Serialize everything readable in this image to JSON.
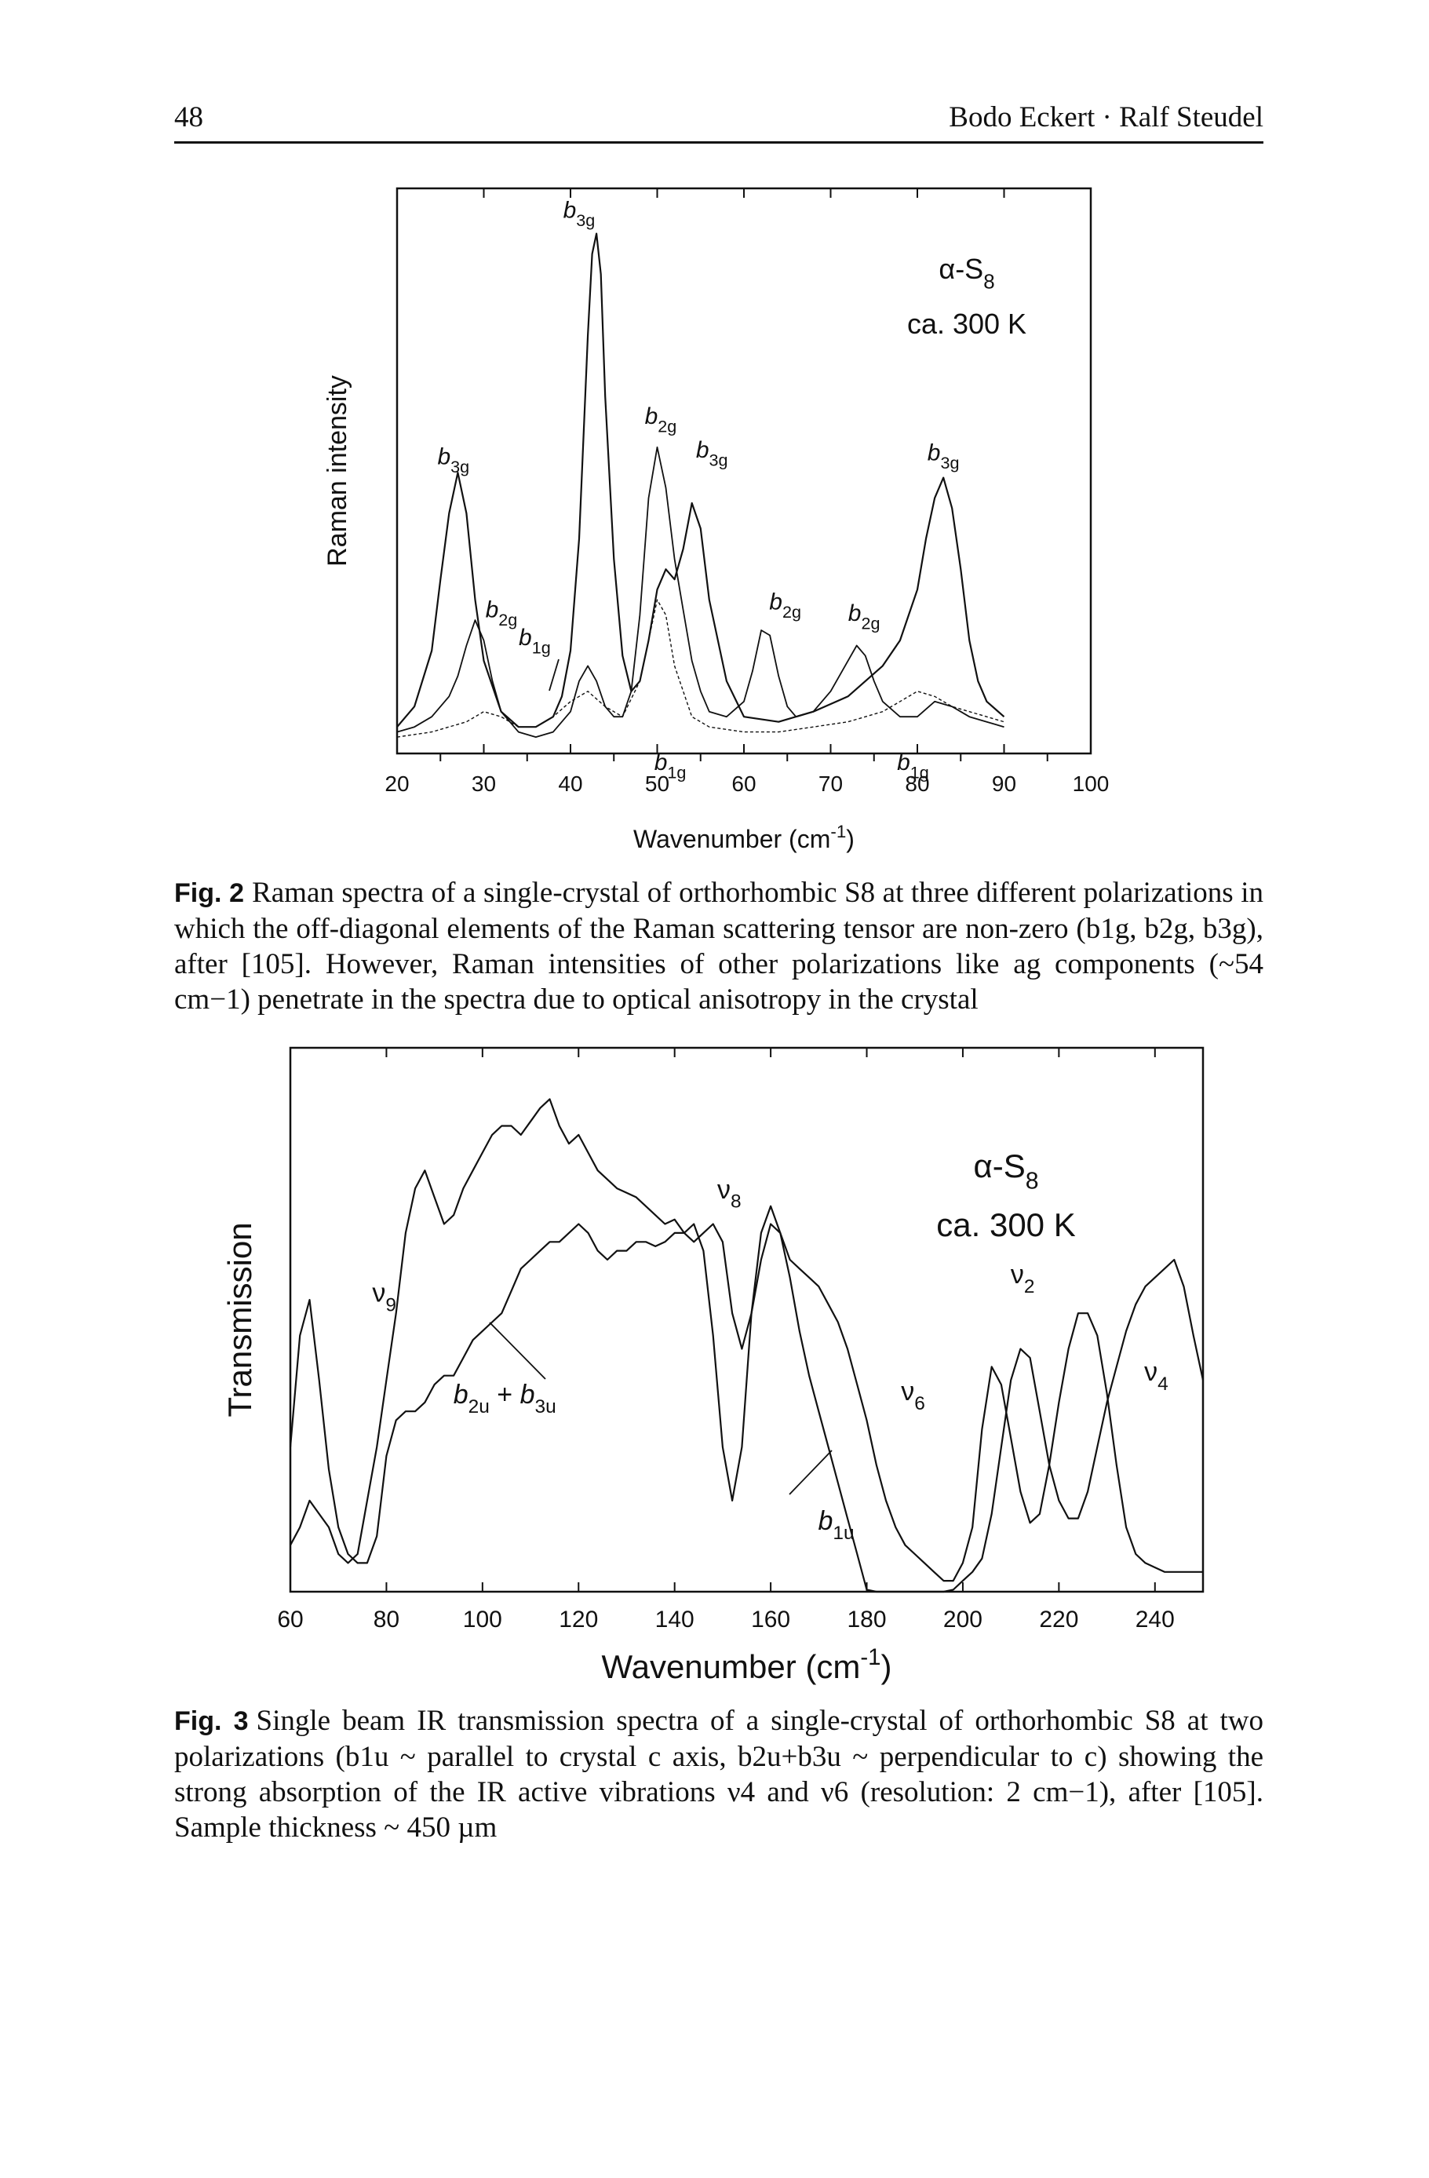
{
  "header": {
    "page_number": "48",
    "running_head": "Bodo Eckert · Ralf Steudel"
  },
  "figures": [
    {
      "label": "Fig. 2",
      "caption": "Raman spectra of a single-crystal of orthorhombic S8 at three different polarizations in which the off-diagonal elements of the Raman scattering tensor are non-zero (b1g, b2g, b3g), after [105]. However, Raman intensities of other polarizations like ag components (~54 cm−1) penetrate in the spectra due to optical anisotropy in the crystal"
    },
    {
      "label": "Fig. 3",
      "caption": "Single beam IR transmission spectra of a single-crystal of orthorhombic S8 at two polarizations (b1u ~ parallel to crystal c axis, b2u+b3u ~ perpendicular to c) showing the strong absorption of the IR active vibrations ν4 and ν6 (resolution: 2 cm−1), after [105]. Sample thickness ~ 450 µm"
    }
  ],
  "chart_data": [
    {
      "type": "line",
      "title": "",
      "xlabel": "Wavenumber (cm-1)",
      "ylabel": "Raman intensity",
      "xlim": [
        20,
        100
      ],
      "ylim": [
        0,
        1
      ],
      "x_ticks": [
        20,
        30,
        40,
        50,
        60,
        70,
        80,
        90,
        100
      ],
      "y_tick_labels": false,
      "grid": false,
      "annotations_text": [
        "α-S8",
        "ca. 300 K"
      ],
      "peak_labels": [
        {
          "band": "b3g",
          "x": 42.8,
          "y": 1.0
        },
        {
          "band": "b3g",
          "x": 26.5,
          "y": 0.5
        },
        {
          "band": "b2g",
          "x": 29.5,
          "y": 0.23
        },
        {
          "band": "b1g",
          "x": 37.5,
          "y": 0.16
        },
        {
          "band": "b2g",
          "x": 49.5,
          "y": 0.58
        },
        {
          "band": "b3g",
          "x": 54.5,
          "y": 0.49
        },
        {
          "band": "b1g",
          "x": 51.5,
          "y": 0.03
        },
        {
          "band": "b2g",
          "x": 62.5,
          "y": 0.23
        },
        {
          "band": "b2g",
          "x": 72.5,
          "y": 0.2
        },
        {
          "band": "b1g",
          "x": 79.5,
          "y": 0.03
        },
        {
          "band": "b3g",
          "x": 83.0,
          "y": 0.5
        }
      ],
      "series": [
        {
          "name": "b3g",
          "x": [
            20,
            22,
            24,
            25,
            26,
            27,
            28,
            29,
            30,
            32,
            34,
            36,
            38,
            39,
            40,
            41,
            42,
            42.5,
            43,
            43.5,
            44,
            45,
            46,
            47,
            48,
            49,
            50,
            51,
            52,
            53,
            54,
            55,
            56,
            58,
            60,
            64,
            68,
            72,
            76,
            78,
            80,
            81,
            82,
            83,
            84,
            85,
            86,
            87,
            88,
            90
          ],
          "y": [
            0.03,
            0.07,
            0.18,
            0.32,
            0.45,
            0.53,
            0.45,
            0.28,
            0.16,
            0.06,
            0.03,
            0.03,
            0.05,
            0.09,
            0.18,
            0.4,
            0.8,
            0.96,
            1.0,
            0.92,
            0.68,
            0.36,
            0.17,
            0.1,
            0.12,
            0.2,
            0.3,
            0.34,
            0.32,
            0.38,
            0.47,
            0.42,
            0.28,
            0.12,
            0.05,
            0.04,
            0.06,
            0.09,
            0.15,
            0.2,
            0.3,
            0.4,
            0.48,
            0.52,
            0.46,
            0.34,
            0.2,
            0.12,
            0.08,
            0.05
          ]
        },
        {
          "name": "b2g",
          "x": [
            20,
            22,
            24,
            26,
            27,
            28,
            29,
            30,
            31,
            32,
            34,
            36,
            38,
            40,
            41,
            42,
            43,
            44,
            45,
            46,
            47,
            48,
            49,
            50,
            51,
            52,
            53,
            54,
            55,
            56,
            58,
            60,
            61,
            62,
            63,
            64,
            65,
            66,
            68,
            70,
            72,
            73,
            74,
            75,
            76,
            78,
            80,
            82,
            84,
            86,
            88,
            90
          ],
          "y": [
            0.02,
            0.03,
            0.05,
            0.09,
            0.13,
            0.19,
            0.24,
            0.2,
            0.12,
            0.06,
            0.02,
            0.01,
            0.02,
            0.06,
            0.12,
            0.15,
            0.12,
            0.07,
            0.05,
            0.05,
            0.1,
            0.25,
            0.48,
            0.58,
            0.5,
            0.36,
            0.26,
            0.16,
            0.1,
            0.06,
            0.05,
            0.08,
            0.14,
            0.22,
            0.21,
            0.13,
            0.07,
            0.05,
            0.06,
            0.1,
            0.16,
            0.19,
            0.17,
            0.12,
            0.08,
            0.05,
            0.05,
            0.08,
            0.07,
            0.05,
            0.04,
            0.03
          ]
        },
        {
          "name": "b1g",
          "x": [
            20,
            24,
            28,
            30,
            32,
            34,
            36,
            38,
            40,
            42,
            44,
            46,
            48,
            49,
            50,
            51,
            52,
            54,
            56,
            60,
            64,
            68,
            72,
            76,
            78,
            80,
            82,
            84,
            86,
            88,
            90
          ],
          "y": [
            0.01,
            0.02,
            0.04,
            0.06,
            0.05,
            0.03,
            0.03,
            0.05,
            0.08,
            0.1,
            0.07,
            0.05,
            0.12,
            0.2,
            0.28,
            0.25,
            0.15,
            0.05,
            0.03,
            0.02,
            0.02,
            0.03,
            0.04,
            0.06,
            0.08,
            0.1,
            0.09,
            0.07,
            0.06,
            0.05,
            0.04
          ]
        }
      ]
    },
    {
      "type": "line",
      "title": "",
      "xlabel": "Wavenumber (cm-1)",
      "ylabel": "Transmission",
      "xlim": [
        60,
        250
      ],
      "ylim": [
        0,
        1
      ],
      "x_ticks": [
        60,
        80,
        100,
        120,
        140,
        160,
        180,
        200,
        220,
        240
      ],
      "y_tick_labels": false,
      "grid": false,
      "annotations_text": [
        "α-S8",
        "ca. 300 K"
      ],
      "peak_labels": [
        {
          "band": "ν8",
          "x": 153,
          "y": 0.84
        },
        {
          "band": "ν9",
          "x": 82,
          "y": 0.52
        },
        {
          "band": "b2u + b3u",
          "x": 103,
          "y": 0.38
        },
        {
          "band": "ν6",
          "x": 188,
          "y": 0.37
        },
        {
          "band": "b1u",
          "x": 172,
          "y": 0.15
        },
        {
          "band": "ν2",
          "x": 210,
          "y": 0.5
        },
        {
          "band": "ν4",
          "x": 237,
          "y": 0.37
        }
      ],
      "series": [
        {
          "name": "b1u",
          "x": [
            60,
            62,
            64,
            66,
            68,
            70,
            72,
            74,
            76,
            78,
            80,
            82,
            84,
            86,
            88,
            90,
            92,
            94,
            96,
            98,
            100,
            102,
            104,
            106,
            108,
            110,
            112,
            114,
            116,
            118,
            120,
            122,
            124,
            126,
            128,
            130,
            132,
            134,
            136,
            138,
            140,
            142,
            144,
            146,
            148,
            150,
            152,
            154,
            156,
            158,
            160,
            162,
            164,
            166,
            168,
            170,
            172,
            174,
            176,
            178,
            180,
            182,
            184,
            186,
            188,
            190,
            192,
            194,
            196,
            198,
            200,
            202,
            204,
            206,
            208,
            210,
            212,
            214,
            216,
            218,
            220,
            222,
            224,
            226,
            228,
            230,
            232,
            234,
            236,
            238,
            240,
            242,
            244,
            246,
            248,
            250
          ],
          "y": [
            0.08,
            0.12,
            0.18,
            0.15,
            0.12,
            0.06,
            0.04,
            0.06,
            0.18,
            0.3,
            0.45,
            0.6,
            0.78,
            0.88,
            0.92,
            0.86,
            0.8,
            0.82,
            0.88,
            0.92,
            0.96,
            1.0,
            1.02,
            1.02,
            1.0,
            1.03,
            1.06,
            1.08,
            1.02,
            0.98,
            1.0,
            0.96,
            0.92,
            0.9,
            0.88,
            0.87,
            0.86,
            0.84,
            0.82,
            0.8,
            0.81,
            0.78,
            0.76,
            0.78,
            0.8,
            0.76,
            0.6,
            0.52,
            0.6,
            0.72,
            0.8,
            0.78,
            0.68,
            0.56,
            0.46,
            0.38,
            0.3,
            0.22,
            0.14,
            0.06,
            -0.02,
            -0.05,
            -0.05,
            -0.05,
            -0.05,
            -0.05,
            -0.05,
            -0.05,
            -0.04,
            -0.02,
            0.0,
            0.02,
            0.05,
            0.15,
            0.3,
            0.45,
            0.52,
            0.5,
            0.38,
            0.26,
            0.18,
            0.14,
            0.14,
            0.2,
            0.3,
            0.4,
            0.48,
            0.56,
            0.62,
            0.66,
            0.68,
            0.7,
            0.72,
            0.66,
            0.55,
            0.45
          ]
        },
        {
          "name": "b2u+b3u",
          "x": [
            60,
            62,
            64,
            66,
            68,
            70,
            72,
            74,
            76,
            78,
            80,
            82,
            84,
            86,
            88,
            90,
            92,
            94,
            96,
            98,
            100,
            102,
            104,
            106,
            108,
            110,
            112,
            114,
            116,
            118,
            120,
            122,
            124,
            126,
            128,
            130,
            132,
            134,
            136,
            138,
            140,
            142,
            144,
            146,
            148,
            150,
            152,
            154,
            156,
            158,
            160,
            162,
            164,
            166,
            168,
            170,
            172,
            174,
            176,
            178,
            180,
            182,
            184,
            186,
            188,
            190,
            192,
            194,
            196,
            198,
            200,
            202,
            204,
            206,
            208,
            210,
            212,
            214,
            216,
            218,
            220,
            222,
            224,
            226,
            228,
            230,
            232,
            234,
            236,
            238,
            240,
            242,
            244,
            246,
            248,
            250
          ],
          "y": [
            0.3,
            0.55,
            0.63,
            0.45,
            0.25,
            0.12,
            0.06,
            0.04,
            0.04,
            0.1,
            0.28,
            0.36,
            0.38,
            0.38,
            0.4,
            0.44,
            0.46,
            0.46,
            0.5,
            0.54,
            0.56,
            0.58,
            0.6,
            0.65,
            0.7,
            0.72,
            0.74,
            0.76,
            0.76,
            0.78,
            0.8,
            0.78,
            0.74,
            0.72,
            0.74,
            0.74,
            0.76,
            0.76,
            0.75,
            0.76,
            0.78,
            0.78,
            0.8,
            0.74,
            0.55,
            0.3,
            0.18,
            0.3,
            0.6,
            0.78,
            0.84,
            0.78,
            0.72,
            0.7,
            0.68,
            0.66,
            0.62,
            0.58,
            0.52,
            0.44,
            0.36,
            0.26,
            0.18,
            0.12,
            0.08,
            0.06,
            0.04,
            0.02,
            0.0,
            0.0,
            0.04,
            0.12,
            0.34,
            0.48,
            0.44,
            0.32,
            0.2,
            0.13,
            0.15,
            0.26,
            0.4,
            0.52,
            0.6,
            0.6,
            0.55,
            0.42,
            0.26,
            0.12,
            0.06,
            0.04,
            0.03,
            0.02,
            0.02,
            0.02,
            0.02,
            0.02
          ]
        }
      ]
    }
  ]
}
